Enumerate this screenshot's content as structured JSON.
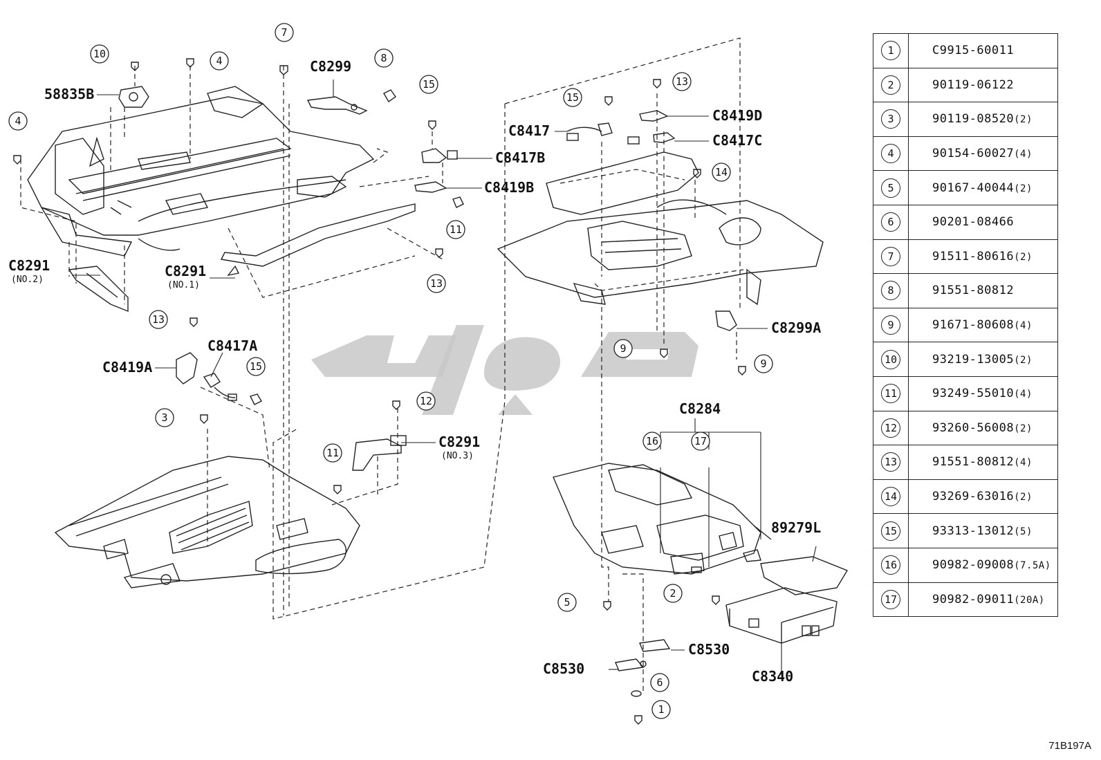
{
  "callouts": [
    {
      "label": "C8299"
    },
    {
      "label": "58835B"
    },
    {
      "label": "C8291",
      "sub": "(NO.2)"
    },
    {
      "label": "C8291",
      "sub": "(NO.1)"
    },
    {
      "label": "C8417B"
    },
    {
      "label": "C8419B"
    },
    {
      "label": "C8417"
    },
    {
      "label": "C8419D"
    },
    {
      "label": "C8417C"
    },
    {
      "label": "C8299A"
    },
    {
      "label": "C8417A"
    },
    {
      "label": "C8419A"
    },
    {
      "label": "C8291",
      "sub": "(NO.3)"
    },
    {
      "label": "C8284"
    },
    {
      "label": "89279L"
    },
    {
      "label": "C8530"
    },
    {
      "label": "C8530"
    },
    {
      "label": "C8340"
    }
  ],
  "circled_refs": [
    "10",
    "4",
    "4",
    "7",
    "8",
    "15",
    "13",
    "11",
    "15",
    "13",
    "14",
    "13",
    "15",
    "3",
    "12",
    "11",
    "9",
    "9",
    "16",
    "17",
    "5",
    "2",
    "6",
    "1"
  ],
  "legend": [
    {
      "no": "1",
      "part": "C9915-60011",
      "qty": ""
    },
    {
      "no": "2",
      "part": "90119-06122",
      "qty": ""
    },
    {
      "no": "3",
      "part": "90119-08520",
      "qty": "(2)"
    },
    {
      "no": "4",
      "part": "90154-60027",
      "qty": "(4)"
    },
    {
      "no": "5",
      "part": "90167-40044",
      "qty": "(2)"
    },
    {
      "no": "6",
      "part": "90201-08466",
      "qty": ""
    },
    {
      "no": "7",
      "part": "91511-80616",
      "qty": "(2)"
    },
    {
      "no": "8",
      "part": "91551-80812",
      "qty": ""
    },
    {
      "no": "9",
      "part": "91671-80608",
      "qty": "(4)"
    },
    {
      "no": "10",
      "part": "93219-13005",
      "qty": "(2)"
    },
    {
      "no": "11",
      "part": "93249-55010",
      "qty": "(4)"
    },
    {
      "no": "12",
      "part": "93260-56008",
      "qty": "(2)"
    },
    {
      "no": "13",
      "part": "91551-80812",
      "qty": "(4)"
    },
    {
      "no": "14",
      "part": "93269-63016",
      "qty": "(2)"
    },
    {
      "no": "15",
      "part": "93313-13012",
      "qty": "(5)"
    },
    {
      "no": "16",
      "part": "90982-09008",
      "qty": "(7.5A)"
    },
    {
      "no": "17",
      "part": "90982-09011",
      "qty": "(20A)"
    }
  ],
  "diagram_ref": "71B197A"
}
